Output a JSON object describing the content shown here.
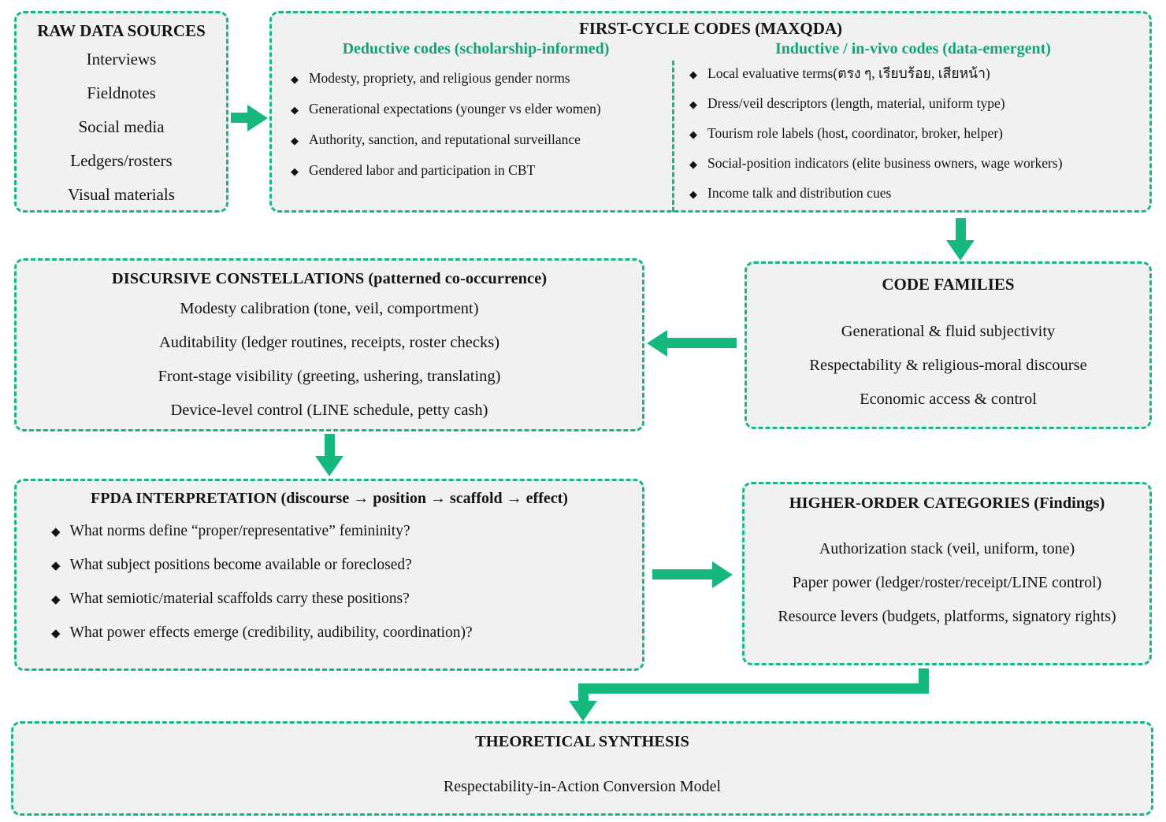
{
  "bullet": "◆",
  "colors": {
    "border_arrow_green": "#17b87e",
    "heading_green": "#12a377",
    "box_fill": "#f1f1f1",
    "text": "#141414"
  },
  "boxes": {
    "raw_data": {
      "title": "RAW DATA SOURCES",
      "items": [
        "Interviews",
        "Fieldnotes",
        "Social media",
        "Ledgers/rosters",
        "Visual materials"
      ]
    },
    "first_cycle": {
      "title": "FIRST-CYCLE CODES (MAXQDA)",
      "deductive": {
        "header": "Deductive codes (scholarship-informed)",
        "items": [
          "Modesty, propriety, and religious gender norms",
          "Generational expectations (younger vs elder women)",
          "Authority, sanction, and reputational surveillance",
          "Gendered labor and participation in CBT"
        ]
      },
      "inductive": {
        "header": "Inductive / in-vivo codes (data-emergent)",
        "items": [
          "Local evaluative terms(ตรง ๆ, เรียบร้อย, เสียหน้า)",
          "Dress/veil descriptors (length, material, uniform type)",
          "Tourism role labels (host, coordinator, broker, helper)",
          "Social-position indicators (elite business owners, wage workers)",
          "Income talk and distribution cues"
        ]
      }
    },
    "discursive": {
      "title": "DISCURSIVE CONSTELLATIONS (patterned co-occurrence)",
      "items": [
        "Modesty calibration (tone, veil, comportment)",
        "Auditability (ledger routines, receipts, roster checks)",
        "Front-stage visibility (greeting, ushering, translating)",
        "Device-level control (LINE schedule, petty cash)"
      ]
    },
    "code_families": {
      "title": "CODE FAMILIES",
      "items": [
        "Generational & fluid subjectivity",
        "Respectability & religious-moral discourse",
        "Economic access & control"
      ]
    },
    "fpda": {
      "title": "FPDA INTERPRETATION (discourse → position → scaffold → effect)",
      "items": [
        "What norms define “proper/representative” femininity?",
        "What subject positions become available or foreclosed?",
        "What semiotic/material scaffolds carry these positions?",
        "What power effects emerge (credibility, audibility, coordination)?"
      ]
    },
    "higher_order": {
      "title": "HIGHER-ORDER CATEGORIES (Findings)",
      "items": [
        "Authorization stack (veil, uniform, tone)",
        "Paper power (ledger/roster/receipt/LINE control)",
        "Resource levers (budgets, platforms, signatory rights)"
      ]
    },
    "synthesis": {
      "title": "THEORETICAL SYNTHESIS",
      "subtitle": "Respectability-in-Action Conversion Model"
    }
  }
}
